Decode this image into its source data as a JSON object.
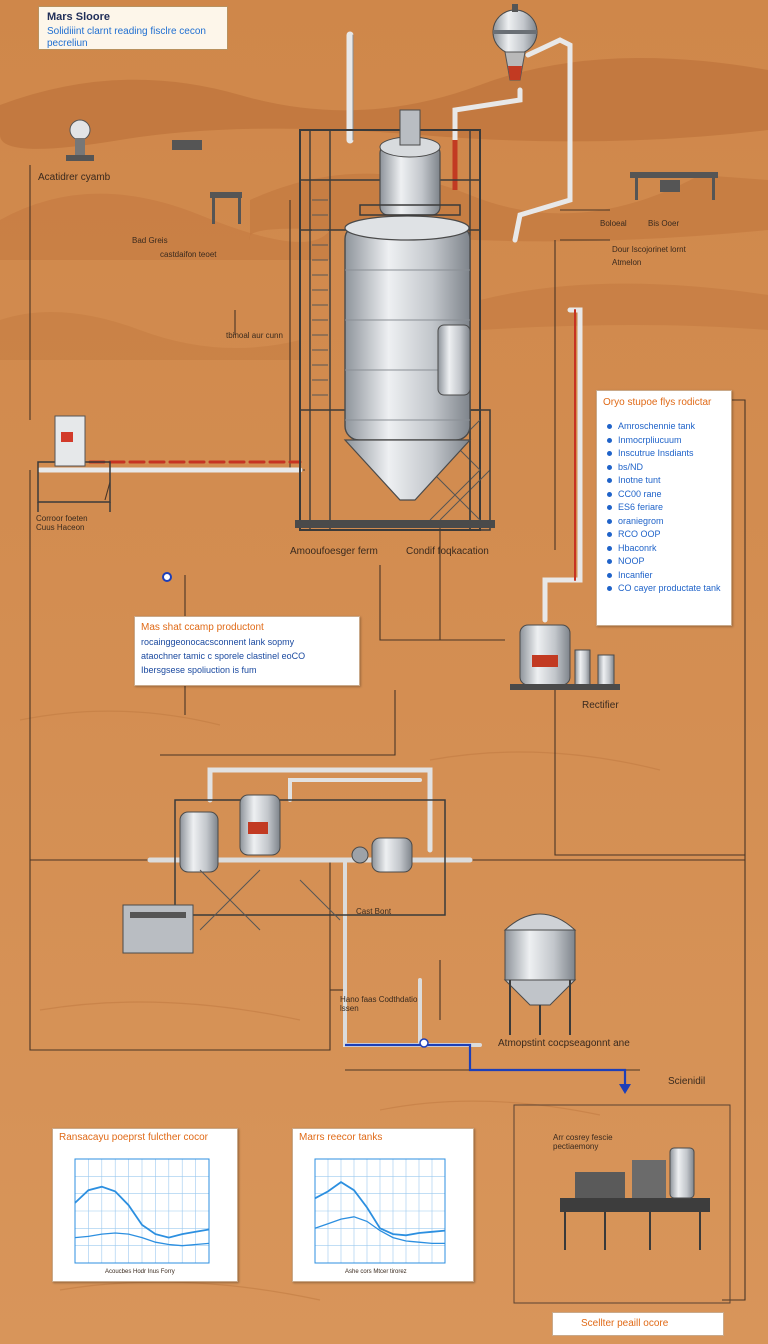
{
  "header": {
    "title": "Mars Sloore",
    "subtitle": "Solidiiint clarnt reading fisclre cecon pecreliun"
  },
  "labels": {
    "auxiliary": "Acatidrer cyamb",
    "left_tag_1": "Bad Greis",
    "left_tag_2": "castdaifon teoet",
    "pipe_tag": "tbinoal aur cunn",
    "top_right_1": "Boloeal",
    "top_right_2": "Bis Ooer",
    "top_right_3": "Dour Iscojorinet lornt",
    "top_right_4": "Atmelon",
    "panel_left": "Corroor foeten Cuus Haceon",
    "tank_left": "Amooufoesger ferm",
    "tank_right": "Condif foqkacation",
    "rectifier": "Rectifier",
    "plant": "Cast Bont",
    "mid_tags": "Hano faas Codthdatio lssen",
    "storage": "Atmopstint cocpseagonnt ane",
    "scientific": "Scienidil",
    "station_title": "Arr cosrey fescie pectiaemony"
  },
  "callout": {
    "title": "Mas shat ccamp productont",
    "lines": [
      "rocainggeonocacsconnent lank sopmy",
      "ataochner tamic c sporele clastinel eoCO",
      "Ibersgsese spoliuction is fum"
    ]
  },
  "legend": {
    "title": "Oryo stupoe flys rodictar",
    "items": [
      "Amroschennie tank",
      "Inmocrpliucuum",
      "Inscutrue Insdiants",
      "bs/ND",
      "Inotne tunt",
      "CC00 rane",
      "ES6 feriare",
      "oraniegrom",
      "RCO OOP",
      "Hbaconrk",
      "NOOP",
      "Incanfier",
      "CO cayer productate tank"
    ]
  },
  "charts": {
    "left": {
      "title": "Ransacayu poeprst fulcther cocor",
      "xlabel": "Acoucbes Hodr Inus Forry"
    },
    "right": {
      "title": "Marrs reecor tanks",
      "xlabel": "Ashe cors Mtcer tirorez"
    }
  },
  "bottom_tag": "Scellter peaill ocore",
  "chart_data": [
    {
      "type": "line",
      "title": "Ransacayu poeprst fulcther cocor",
      "xlabel": "Acoucbes Hodr Inus Forry",
      "ylabel": "",
      "x": [
        0,
        1,
        2,
        3,
        4,
        5,
        6,
        7,
        8,
        9,
        10
      ],
      "series": [
        {
          "values": [
            52,
            63,
            66,
            62,
            50,
            33,
            25,
            22,
            25,
            27,
            29
          ]
        },
        {
          "values": [
            22,
            23,
            25,
            26,
            25,
            22,
            18,
            16,
            15,
            16,
            17
          ]
        }
      ],
      "ylim": [
        0,
        90
      ],
      "grid": true,
      "line_color": "#2c8fe0"
    },
    {
      "type": "line",
      "title": "Marrs reecor tanks",
      "xlabel": "Ashe cors Mtcer tirorez",
      "ylabel": "",
      "x": [
        0,
        1,
        2,
        3,
        4,
        5,
        6,
        7,
        8,
        9,
        10
      ],
      "series": [
        {
          "values": [
            56,
            62,
            70,
            63,
            48,
            30,
            25,
            24,
            26,
            27,
            28
          ]
        },
        {
          "values": [
            30,
            34,
            38,
            40,
            36,
            28,
            22,
            19,
            18,
            17,
            17
          ]
        }
      ],
      "ylim": [
        0,
        90
      ],
      "grid": true,
      "line_color": "#2c8fe0"
    }
  ],
  "colors": {
    "desert": "#d38c4f",
    "dune_dark": "#b96d36",
    "pipe": "#d9d9d9",
    "metal": "#b8bcc2",
    "frame": "#3a3a3a",
    "accent_orange": "#e06a17",
    "accent_blue": "#1f63c9",
    "signal_red": "#cc2b1b"
  }
}
